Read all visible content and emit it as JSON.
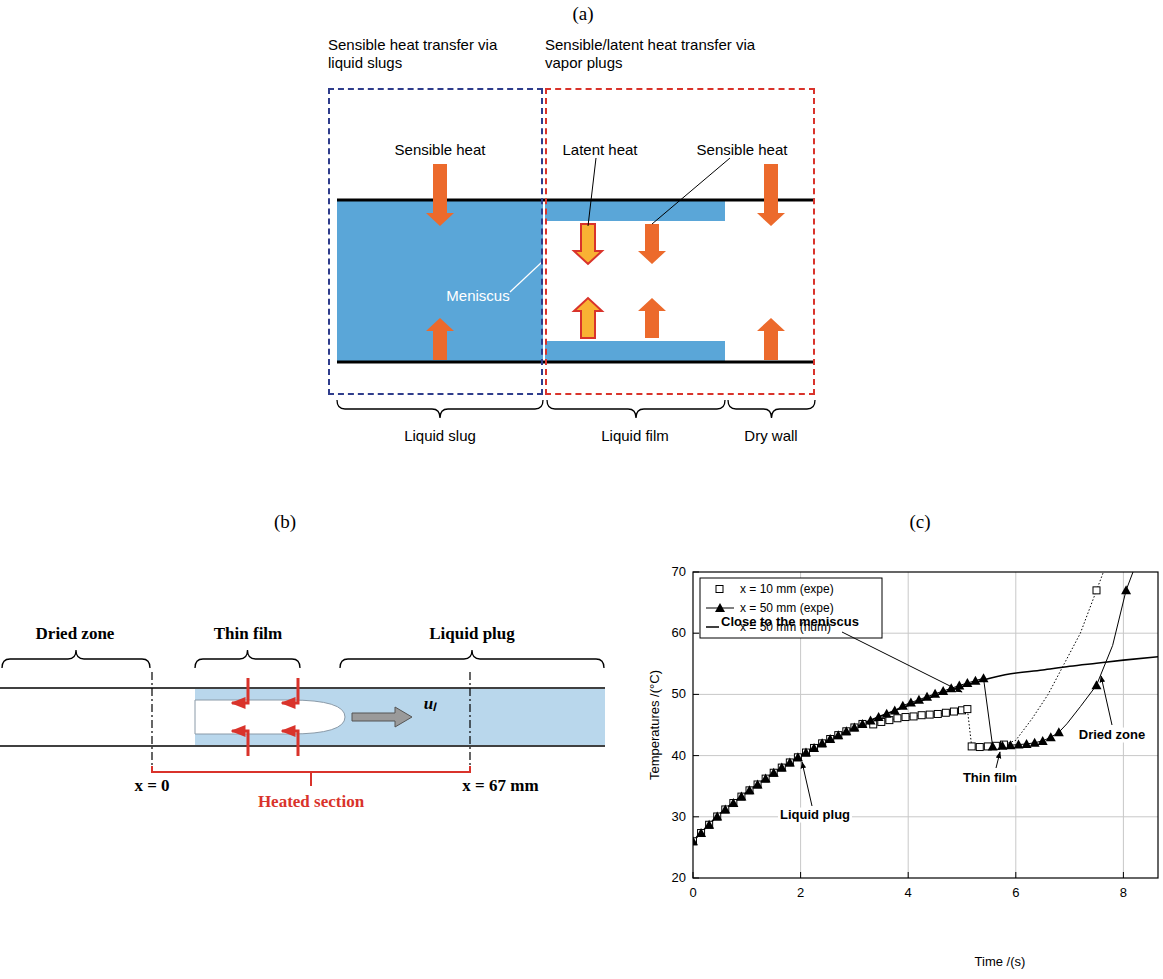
{
  "diagram": {
    "nodes": [
      {
        "text": [
          "Sensible heat transfer via liquid slugs"
        ]
      },
      {
        "text": [
          "Sensible/latent heat transfer via vapor plugs"
        ]
      }
    ],
    "labels": [
      "(a)",
      "Sensible heat",
      "Latent heat",
      "Sensible heat",
      "Meniscus",
      "Liquid slug",
      "Liquid film",
      "Dry wall",
      "(b)",
      "Dried zone",
      "Thin film",
      "Liquid plug",
      "uₗ",
      "x = 0",
      "x = 67 mm",
      "Heated section",
      "(c)",
      "70",
      "60",
      "50",
      "40",
      "30",
      "20",
      "0",
      "2",
      "4",
      "6",
      "8",
      "Temperatures  /(°C)",
      "Time  /(s)",
      "Close to the meniscus",
      "Liquid plug",
      "Thin film",
      "Dried zone"
    ],
    "legend": [
      {
        "text": "x = 10 mm (expe)"
      },
      {
        "text": "x = 50 mm (expe)"
      },
      {
        "text": "x = 50 mm (num)"
      }
    ]
  }
}
